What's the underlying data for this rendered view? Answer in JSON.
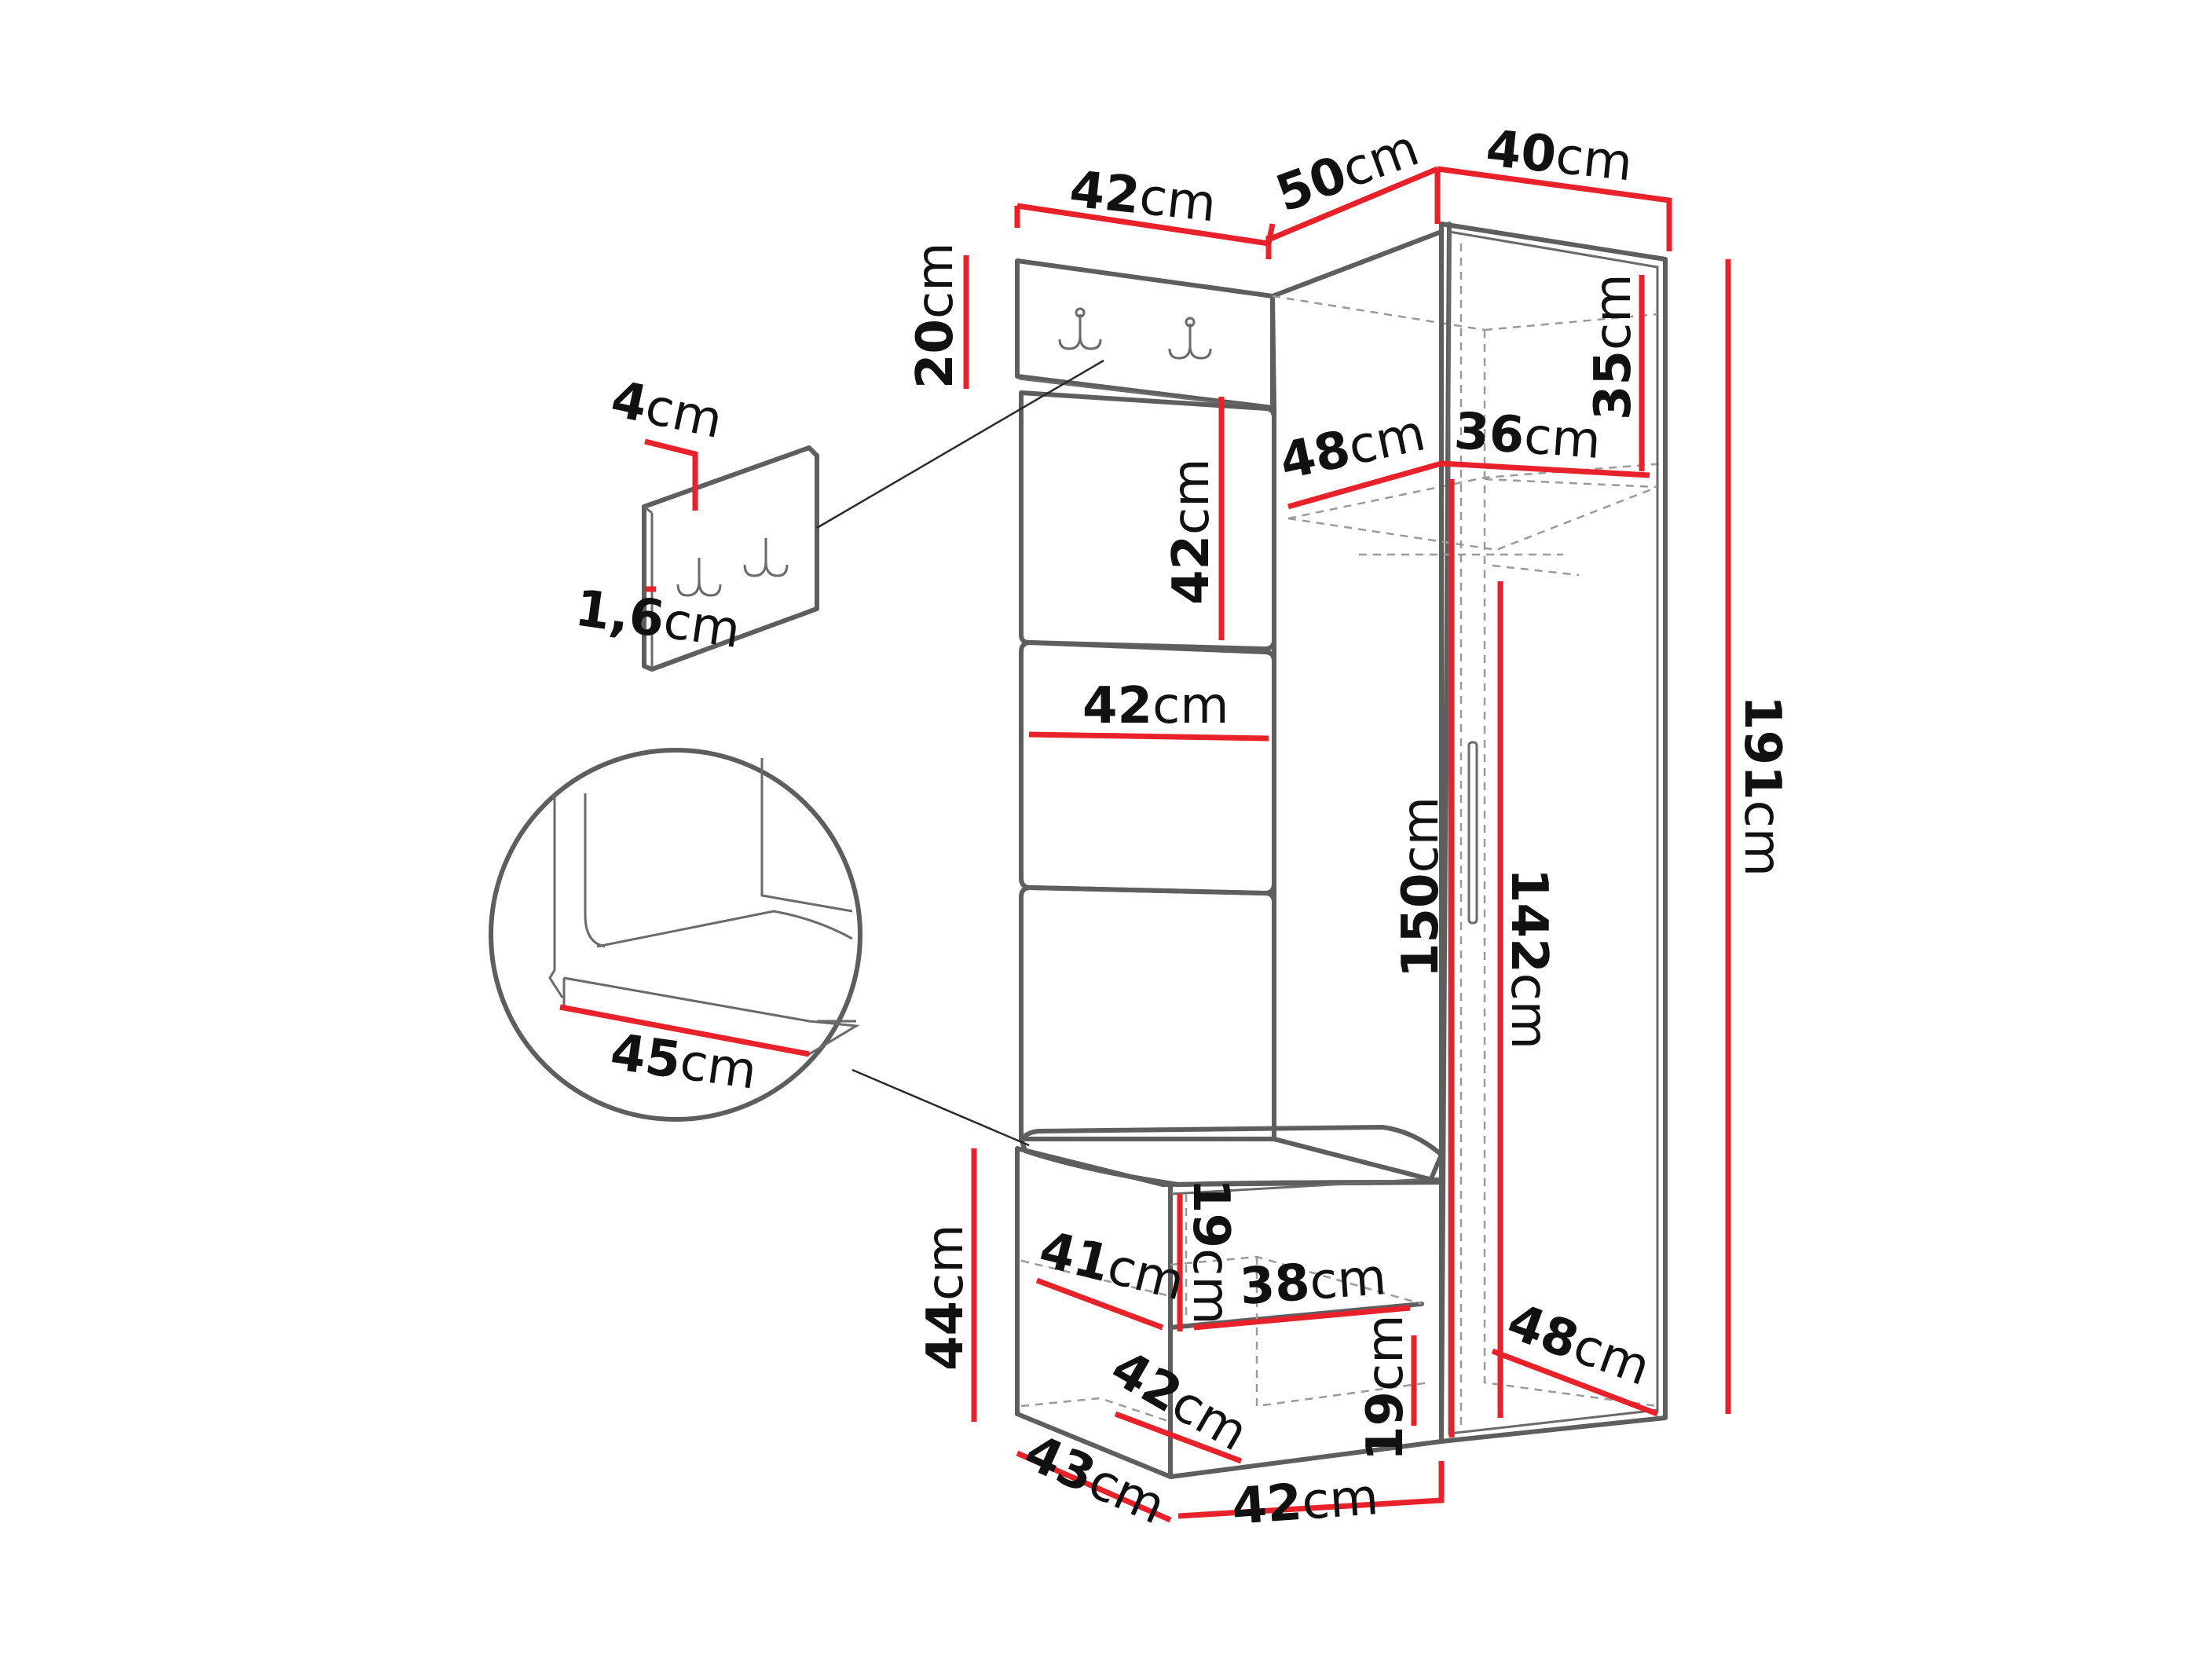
{
  "labels": {
    "top_left_width": {
      "num": "42",
      "unit": "cm"
    },
    "top_middle_width": {
      "num": "50",
      "unit": "cm"
    },
    "top_right_width": {
      "num": "40",
      "unit": "cm"
    },
    "hook_panel_height": {
      "num": "20",
      "unit": "cm"
    },
    "hook_depth": {
      "num": "4",
      "unit": "cm"
    },
    "hook_thickness": {
      "num": "1,6",
      "unit": "cm"
    },
    "upper_panel_height": {
      "num": "42",
      "unit": "cm"
    },
    "middle_panel_width": {
      "num": "42",
      "unit": "cm"
    },
    "wardrobe_top_compartment_height": {
      "num": "35",
      "unit": "cm"
    },
    "shelf_depth": {
      "num": "48",
      "unit": "cm"
    },
    "shelf_width": {
      "num": "36",
      "unit": "cm"
    },
    "total_height": {
      "num": "191",
      "unit": "cm"
    },
    "wardrobe_door_height": {
      "num": "150",
      "unit": "cm"
    },
    "rail_height": {
      "num": "142",
      "unit": "cm"
    },
    "seat_cushion_width": {
      "num": "45",
      "unit": "cm"
    },
    "bench_height": {
      "num": "44",
      "unit": "cm"
    },
    "upper_shelf_depth": {
      "num": "41",
      "unit": "cm"
    },
    "upper_niche_height": {
      "num": "19",
      "unit": "cm"
    },
    "inner_shelf_width": {
      "num": "38",
      "unit": "cm"
    },
    "lower_shelf_depth": {
      "num": "42",
      "unit": "cm"
    },
    "lower_niche_height": {
      "num": "19",
      "unit": "cm"
    },
    "wardrobe_bottom_depth": {
      "num": "48",
      "unit": "cm"
    },
    "bench_depth": {
      "num": "43",
      "unit": "cm"
    },
    "bench_width": {
      "num": "42",
      "unit": "cm"
    }
  },
  "colors": {
    "dimension_line": "#e8212a",
    "outline": "#5e5e5e",
    "text": "#111111"
  },
  "icons": [
    "coat-hook-icon"
  ]
}
